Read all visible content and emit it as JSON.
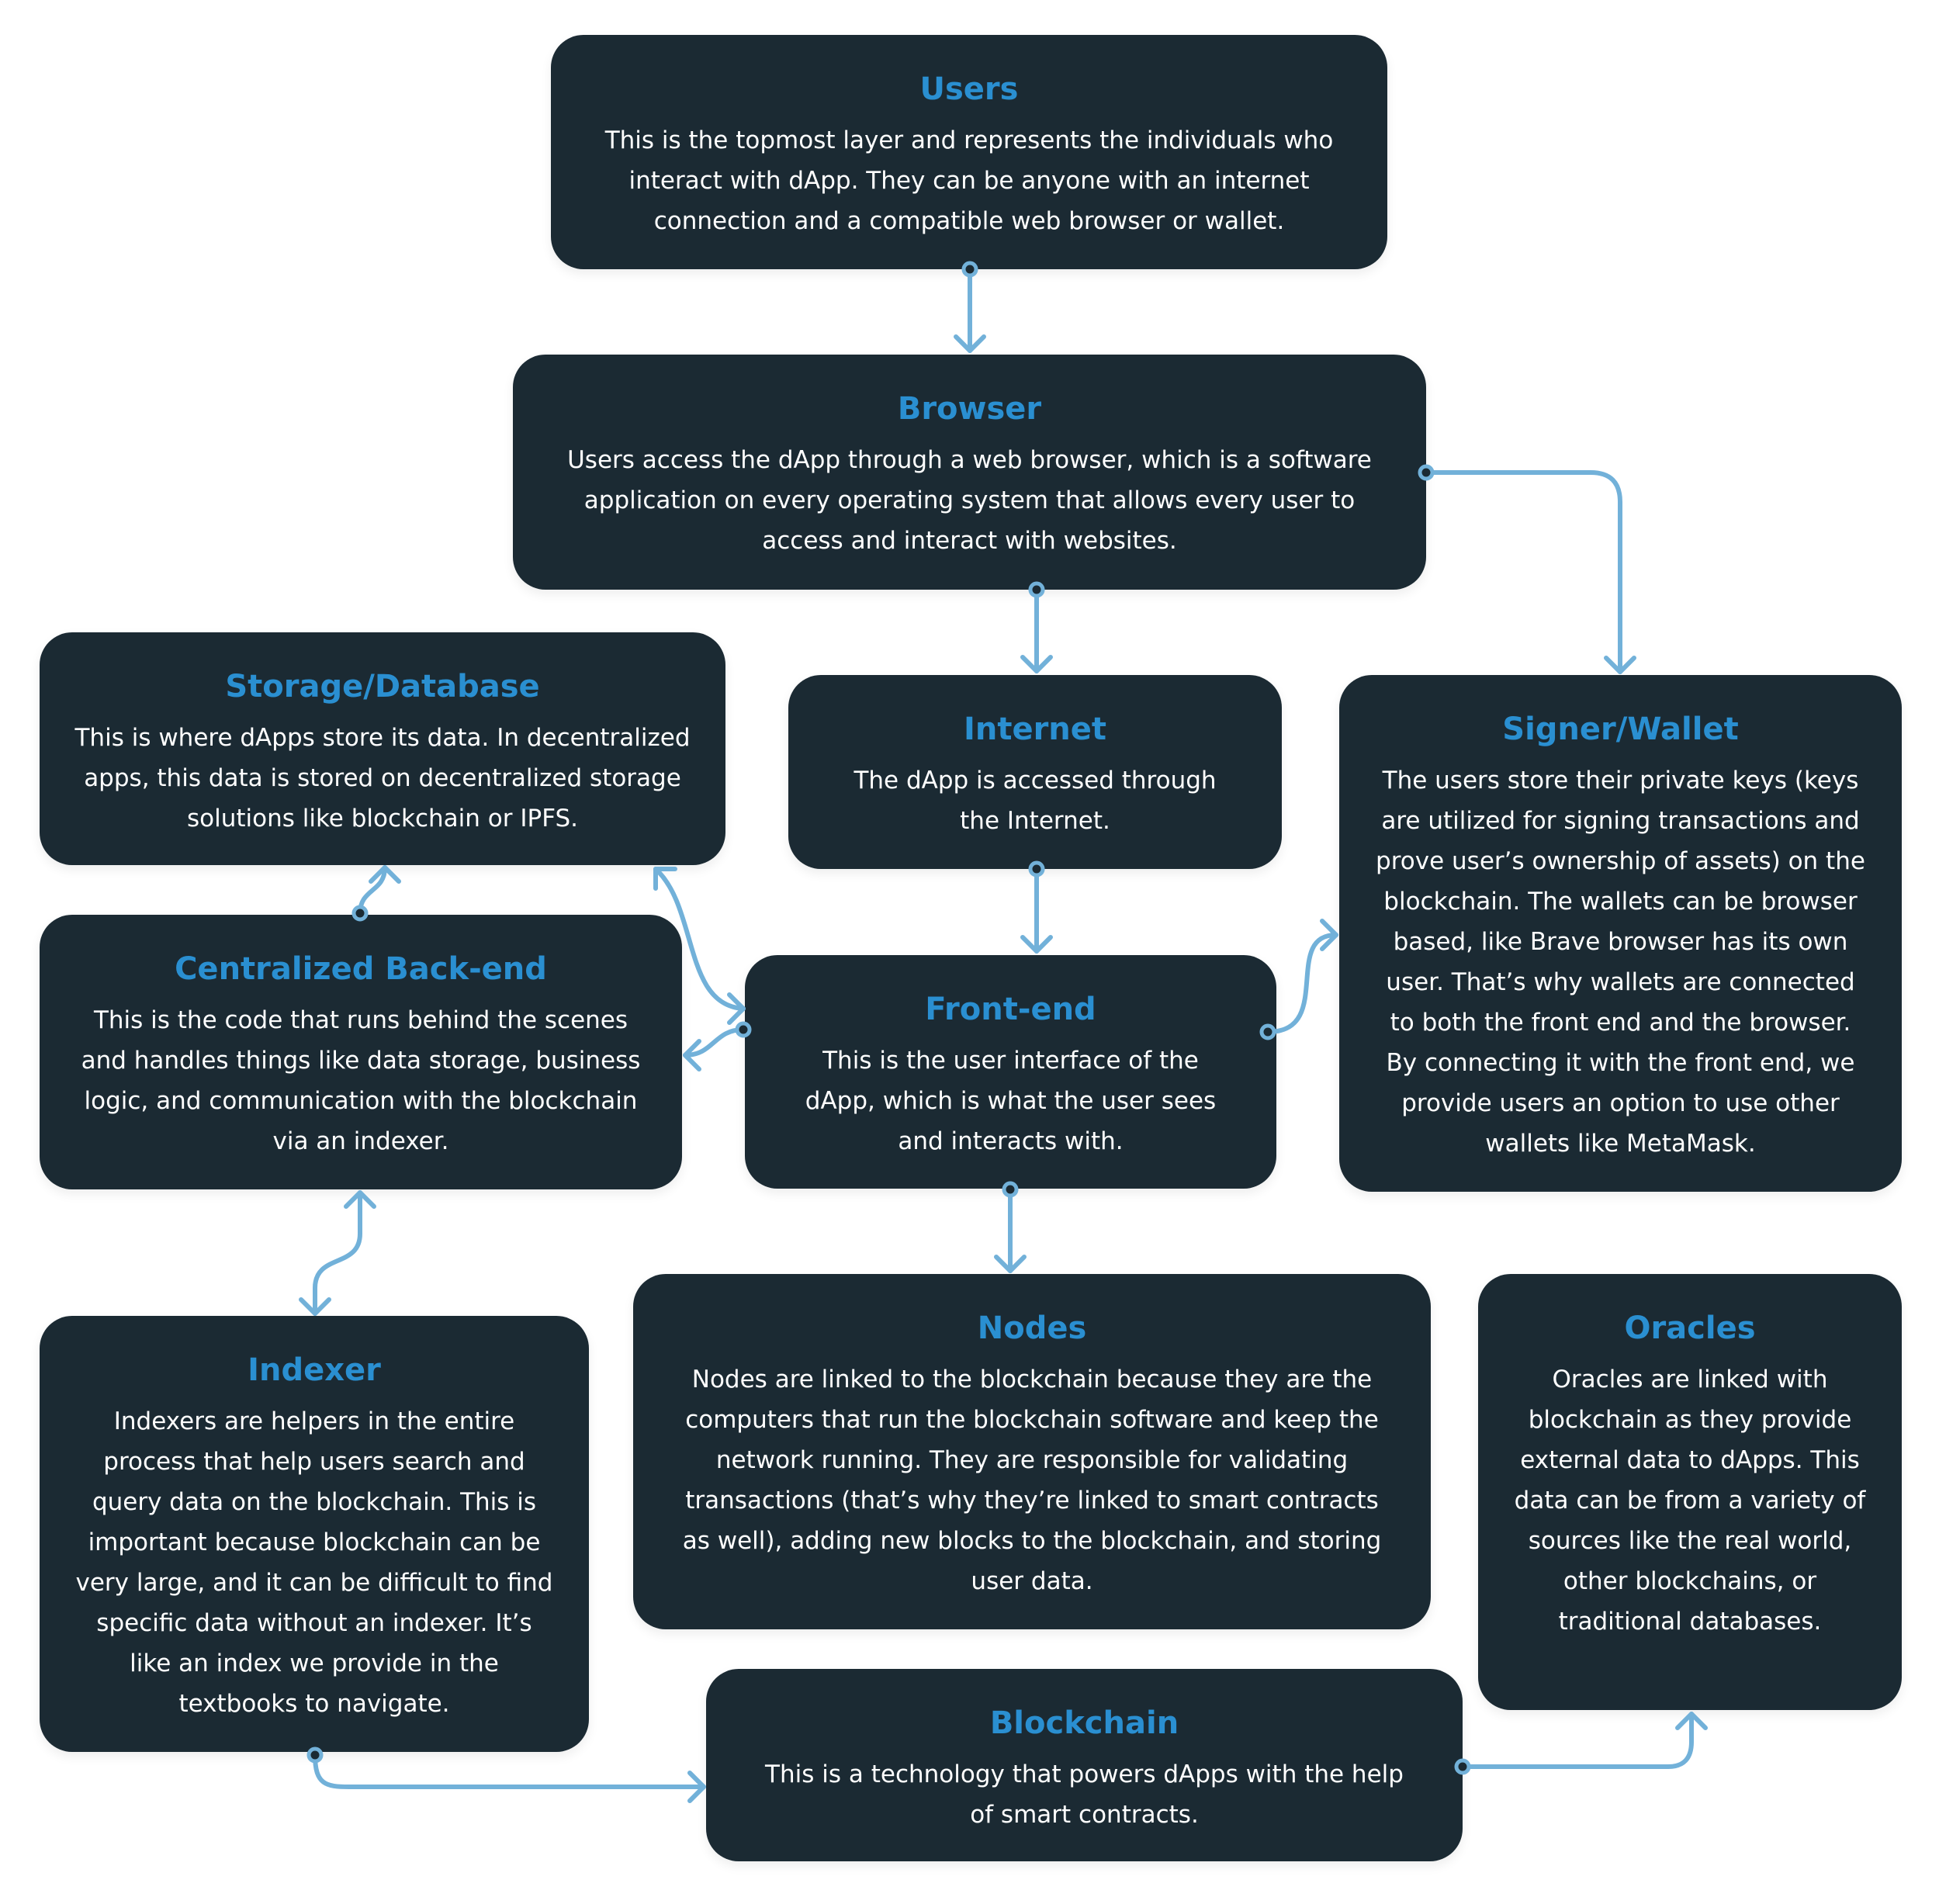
{
  "nodes": {
    "users": {
      "title": "Users",
      "text": "This is the topmost layer and represents the individuals who interact with dApp. They can be anyone with an internet connection and a compatible web browser or wallet."
    },
    "browser": {
      "title": "Browser",
      "text": "Users access the dApp through a web browser, which is a software application on every operating system that allows every user to access and interact with websites."
    },
    "storage": {
      "title": "Storage/Database",
      "text": "This is where dApps store its data. In decentralized apps, this data is stored on decentralized storage solutions like blockchain or IPFS."
    },
    "internet": {
      "title": "Internet",
      "text": "The dApp is accessed through the Internet."
    },
    "wallet": {
      "title": "Signer/Wallet",
      "text": "The users store their private keys (keys are utilized for signing transactions and prove user’s ownership of assets) on the blockchain. The wallets can be browser based, like Brave browser has its own user. That’s why wallets are connected to both the front end and the browser. By connecting it with the front end, we provide users an option to use other wallets like MetaMask."
    },
    "backend": {
      "title": "Centralized Back-end",
      "text": "This is the code that runs behind the scenes and handles things like data storage, business logic, and communication with the blockchain via an indexer."
    },
    "frontend": {
      "title": "Front-end",
      "text": "This is the user interface of the dApp, which is what the user sees and interacts with."
    },
    "indexer": {
      "title": "Indexer",
      "text": "Indexers are helpers in the entire process that help users search and query data on the blockchain. This is important because blockchain can be very large, and it can be difficult to find specific data without an indexer. It’s like an index we provide in the textbooks to navigate."
    },
    "nodes": {
      "title": "Nodes",
      "text": "Nodes are linked to the blockchain because they are the computers that run the blockchain software and keep the network running. They are responsible for validating transactions (that’s why they’re linked to smart contracts as well), adding new blocks to the blockchain, and storing user data."
    },
    "oracles": {
      "title": "Oracles",
      "text": "Oracles are linked with blockchain as they provide external data to dApps. This data can be from a variety of sources like the real world, other blockchains, or traditional databases."
    },
    "blockchain": {
      "title": "Blockchain",
      "text": "This is a technology that powers dApps with the help of smart contracts."
    }
  },
  "colors": {
    "box_background": "#1b2a33",
    "title": "#2a8fd1",
    "body_text": "#ffffff",
    "connector": "#72b1d9",
    "page_background": "#ffffff"
  }
}
